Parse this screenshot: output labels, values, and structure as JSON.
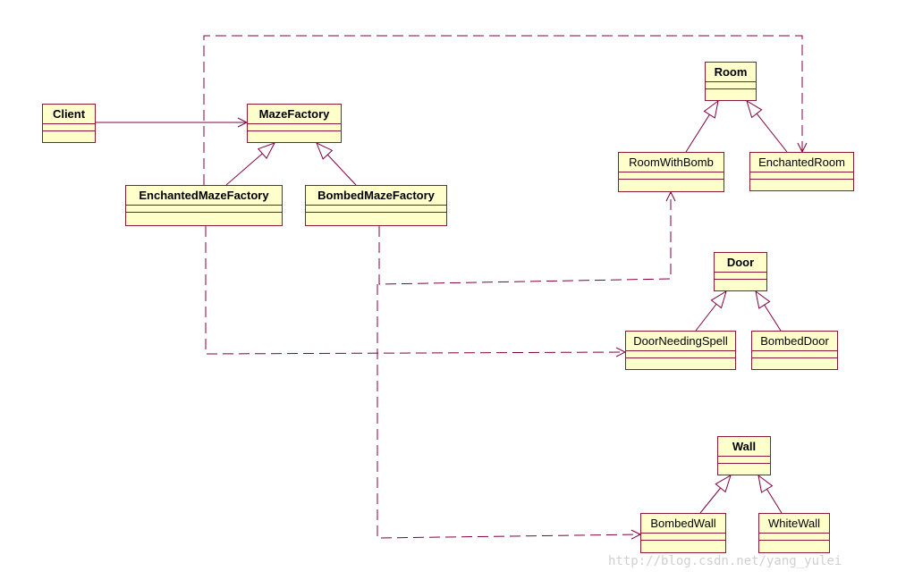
{
  "colors": {
    "line": "#800040",
    "box_fill": "#ffffcc",
    "box_border": "#8b1a3a",
    "watermark": "#d0d0d0"
  },
  "classes": {
    "client": "Client",
    "maze_factory": "MazeFactory",
    "enchanted_maze_factory": "EnchantedMazeFactory",
    "bombed_maze_factory": "BombedMazeFactory",
    "room": "Room",
    "room_with_bomb": "RoomWithBomb",
    "enchanted_room": "EnchantedRoom",
    "door": "Door",
    "door_needing_spell": "DoorNeedingSpell",
    "bombed_door": "BombedDoor",
    "wall": "Wall",
    "bombed_wall": "BombedWall",
    "white_wall": "WhiteWall"
  },
  "relations": [
    {
      "from": "Client",
      "to": "MazeFactory",
      "kind": "association"
    },
    {
      "from": "EnchantedMazeFactory",
      "to": "MazeFactory",
      "kind": "generalization"
    },
    {
      "from": "BombedMazeFactory",
      "to": "MazeFactory",
      "kind": "generalization"
    },
    {
      "from": "RoomWithBomb",
      "to": "Room",
      "kind": "generalization"
    },
    {
      "from": "EnchantedRoom",
      "to": "Room",
      "kind": "generalization"
    },
    {
      "from": "DoorNeedingSpell",
      "to": "Door",
      "kind": "generalization"
    },
    {
      "from": "BombedDoor",
      "to": "Door",
      "kind": "generalization"
    },
    {
      "from": "BombedWall",
      "to": "Wall",
      "kind": "generalization"
    },
    {
      "from": "WhiteWall",
      "to": "Wall",
      "kind": "generalization"
    },
    {
      "from": "EnchantedMazeFactory",
      "to": "EnchantedRoom",
      "kind": "dependency"
    },
    {
      "from": "EnchantedMazeFactory",
      "to": "DoorNeedingSpell",
      "kind": "dependency"
    },
    {
      "from": "BombedMazeFactory",
      "to": "RoomWithBomb",
      "kind": "dependency"
    },
    {
      "from": "BombedMazeFactory",
      "to": "BombedWall",
      "kind": "dependency"
    }
  ],
  "watermark": "http://blog.csdn.net/yang_yulei"
}
